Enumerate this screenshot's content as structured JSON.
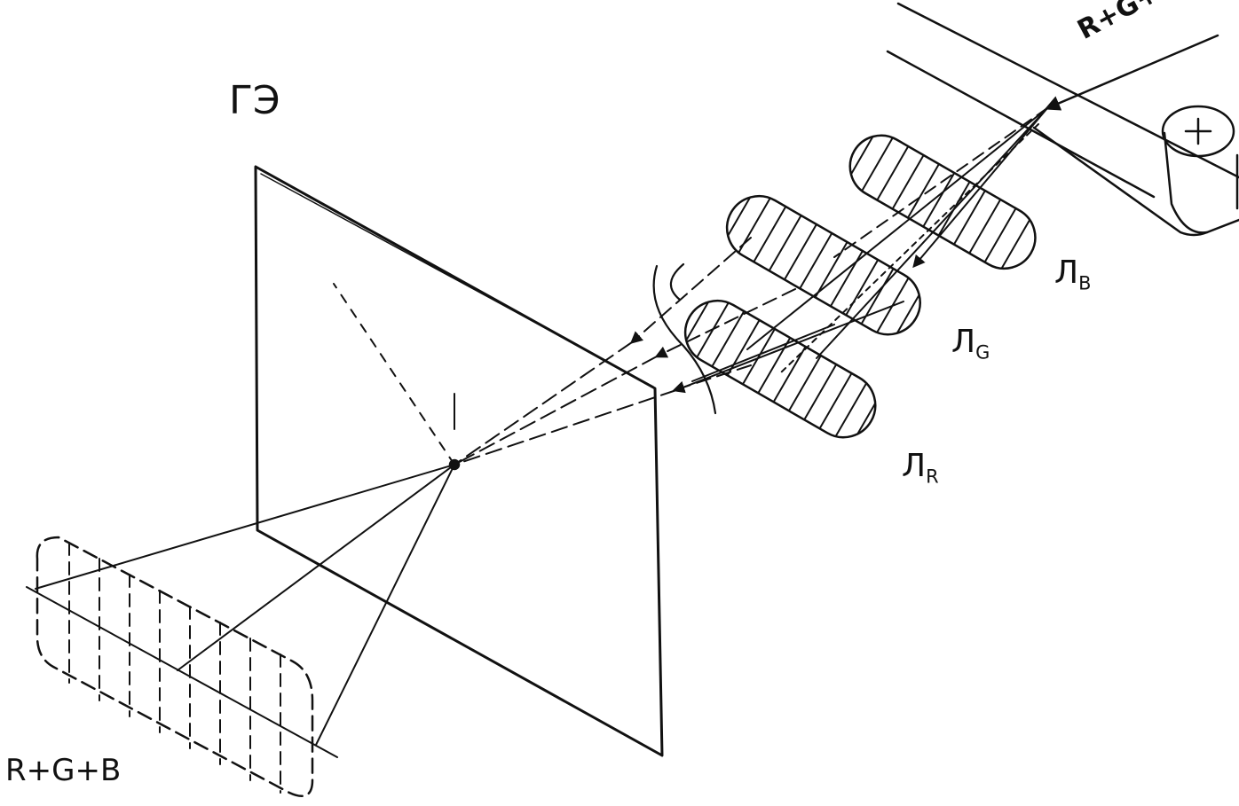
{
  "diagram": {
    "title": "ГЭ",
    "input_beam_label": "R+G+B",
    "output_label": "R+G+B",
    "lenses": [
      {
        "letter": "Л",
        "sub": "B"
      },
      {
        "letter": "Л",
        "sub": "G"
      },
      {
        "letter": "Л",
        "sub": "R"
      }
    ]
  },
  "colors": {
    "ink": "#111111",
    "background": "#ffffff"
  }
}
